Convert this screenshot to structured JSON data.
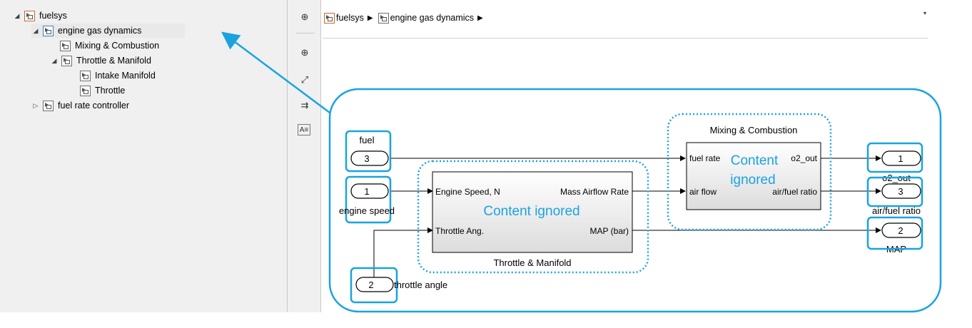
{
  "tree": {
    "items": [
      {
        "label": "fuelsys",
        "expand": "◢"
      },
      {
        "label": "engine  gas dynamics",
        "expand": "◢"
      },
      {
        "label": "Mixing & Combustion",
        "expand": ""
      },
      {
        "label": "Throttle & Manifold",
        "expand": "◢"
      },
      {
        "label": "Intake Manifold",
        "expand": ""
      },
      {
        "label": "Throttle",
        "expand": ""
      },
      {
        "label": "fuel rate controller",
        "expand": "▷"
      }
    ]
  },
  "toolbar": {
    "back_icon": "⊕",
    "zoom_icon": "⊕",
    "fit_icon": "⤢",
    "arrow_icon": "⇉",
    "text_icon": "A≡"
  },
  "breadcrumb": {
    "root": "fuelsys",
    "current": "engine  gas dynamics",
    "separator": "▶",
    "menu": "▾"
  },
  "diagram": {
    "inports": [
      {
        "number": "3",
        "label": "fuel"
      },
      {
        "number": "1",
        "label": "engine speed"
      },
      {
        "number": "2",
        "label": "throttle angle"
      }
    ],
    "outports": [
      {
        "number": "1",
        "label": "o2_out"
      },
      {
        "number": "3",
        "label": "air/fuel ratio"
      },
      {
        "number": "2",
        "label": "MAP"
      }
    ],
    "throttle_block": {
      "name": "Throttle & Manifold",
      "in1": "Engine Speed, N",
      "in2": "Throttle Ang.",
      "out1": "Mass Airflow Rate",
      "out2": "MAP (bar)",
      "overlay": "Content ignored"
    },
    "mixing_block": {
      "name": "Mixing & Combustion",
      "in1": "fuel rate",
      "in2": "air flow",
      "out1": "o2_out",
      "out2": "air/fuel ratio",
      "overlay_line1": "Content",
      "overlay_line2": "ignored"
    }
  },
  "colors": {
    "highlight": "#1aa3e0",
    "block_fill": "#ececec",
    "tree_bg": "#f0f0f0"
  }
}
